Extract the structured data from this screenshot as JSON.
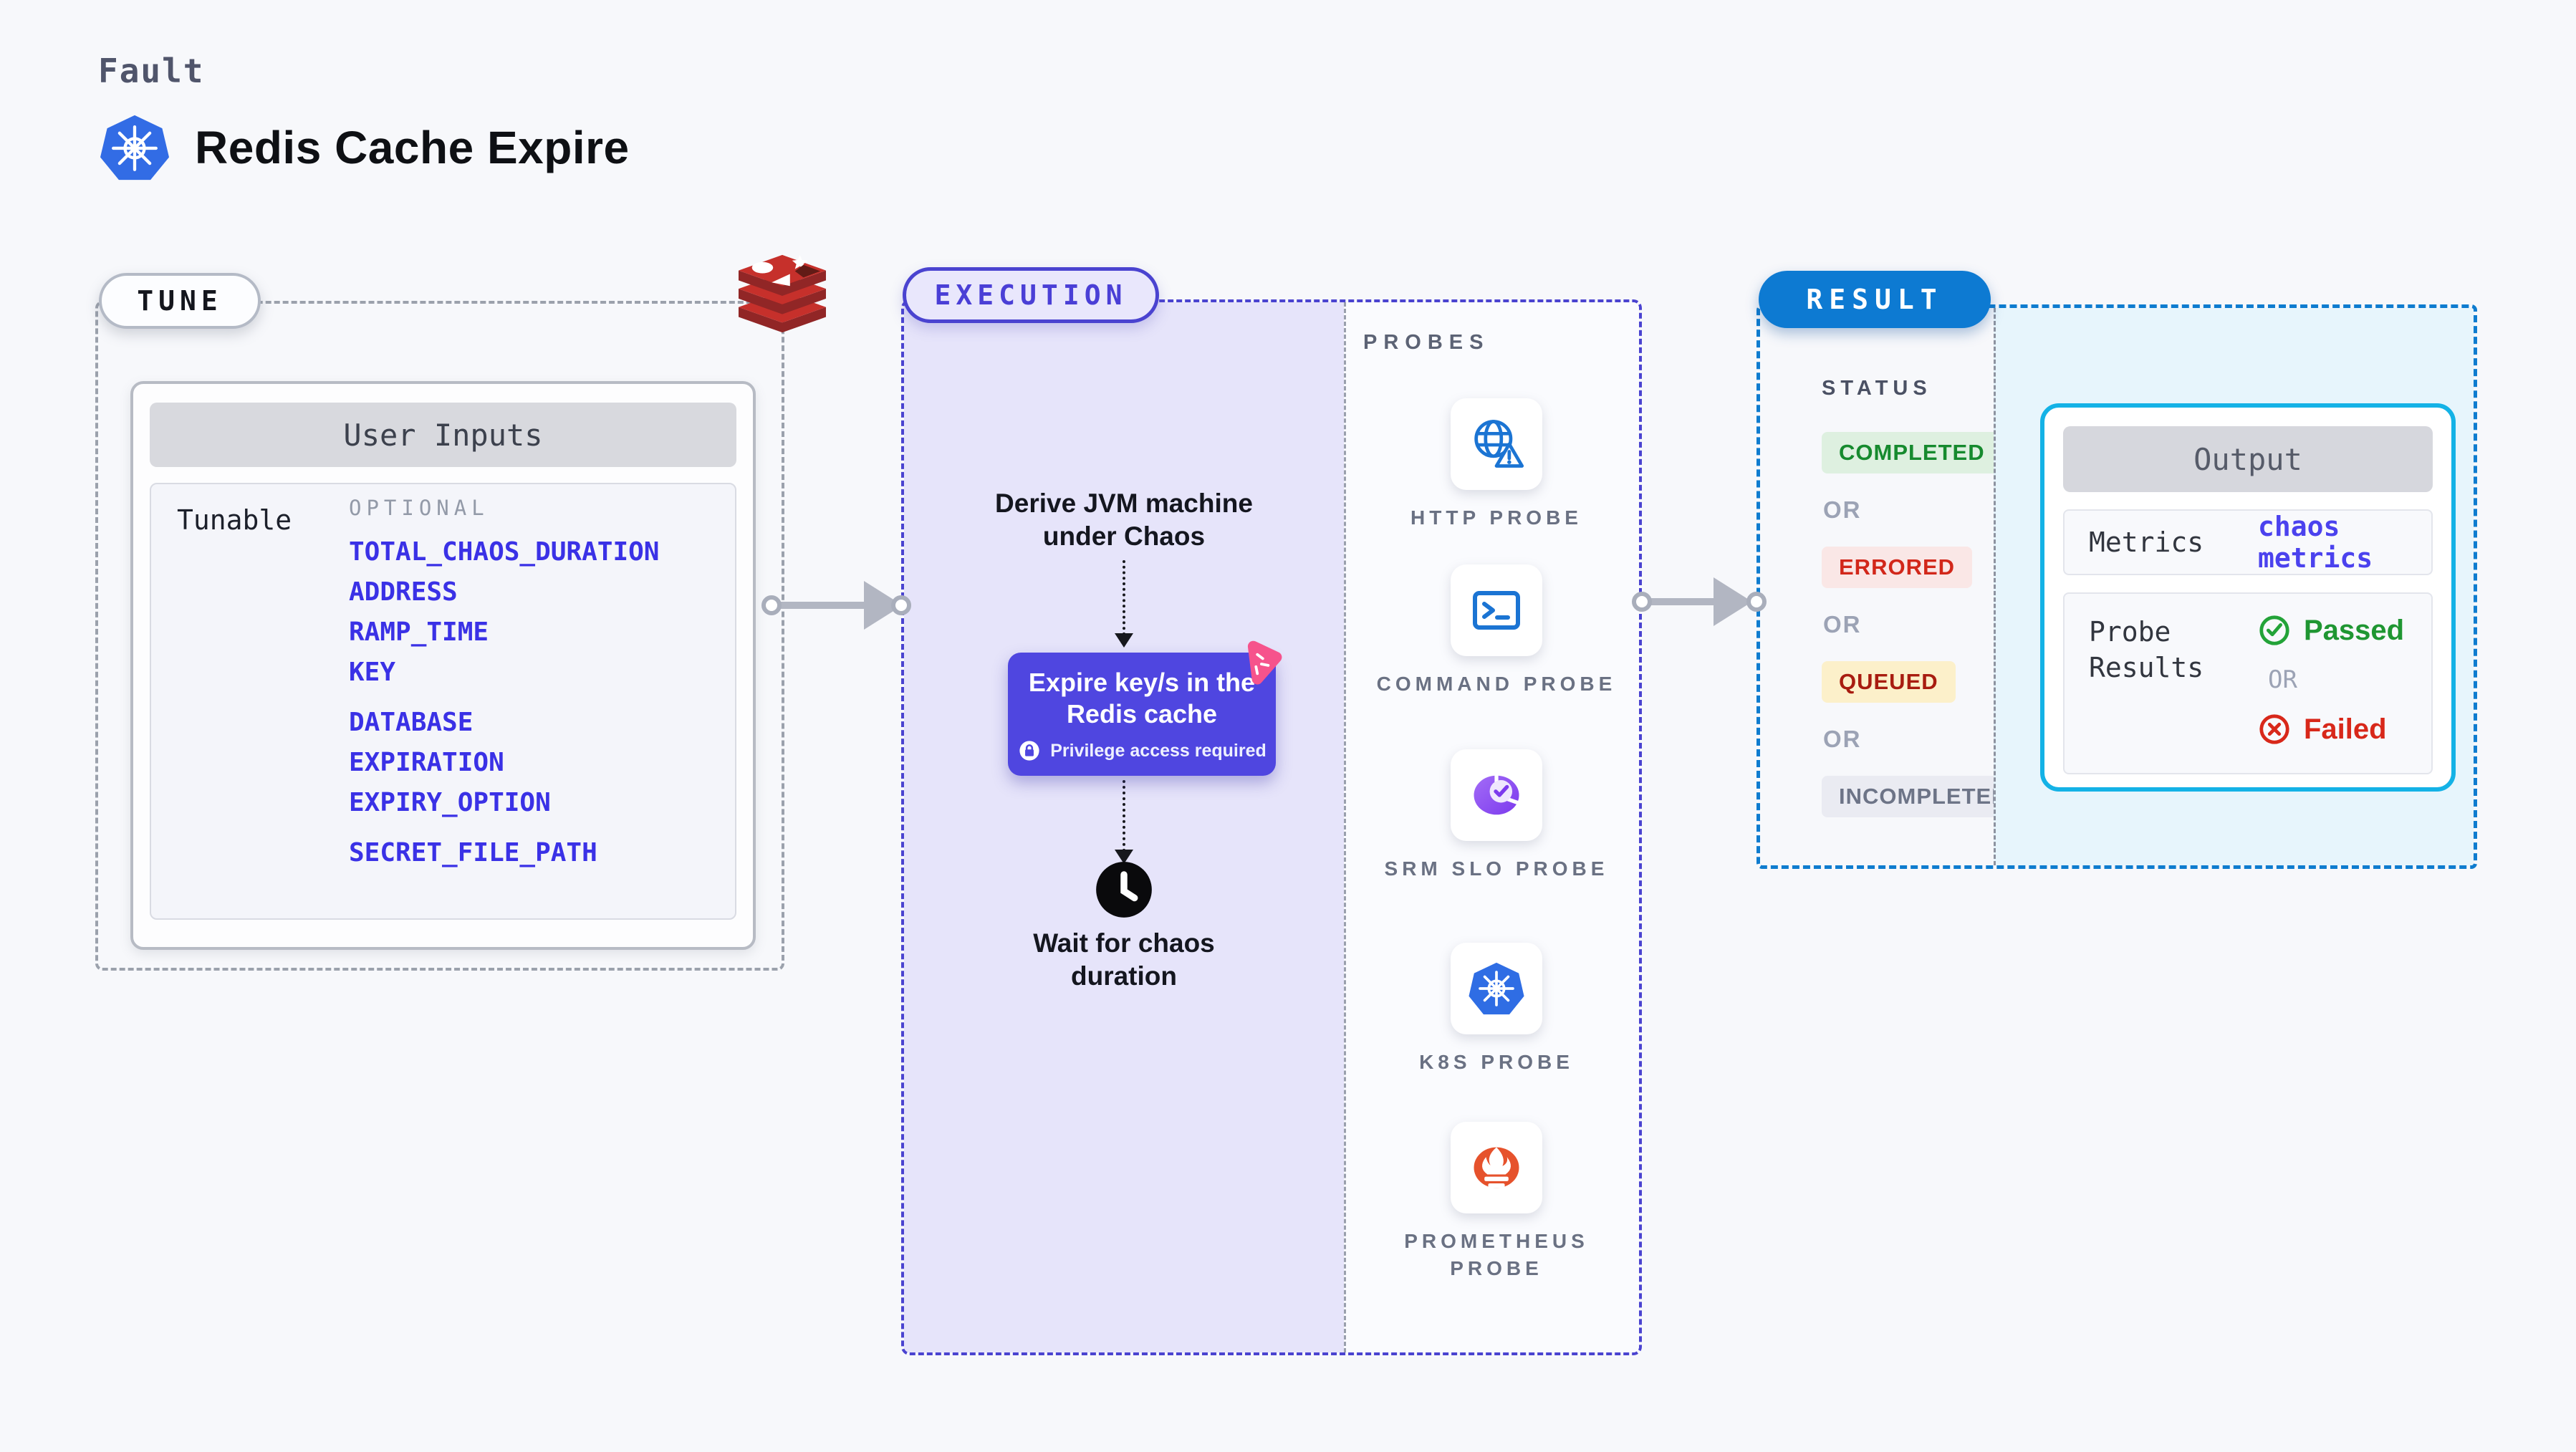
{
  "header": {
    "kicker": "Fault",
    "title": "Redis Cache Expire"
  },
  "tune": {
    "pill_label": "TUNE",
    "card_title": "User Inputs",
    "row_label": "Tunable",
    "group_label": "OPTIONAL",
    "params": [
      "TOTAL_CHAOS_DURATION",
      "ADDRESS",
      "RAMP_TIME",
      "KEY",
      "DATABASE",
      "EXPIRATION",
      "EXPIRY_OPTION",
      "SECRET_FILE_PATH"
    ]
  },
  "execution": {
    "pill_label": "EXECUTION",
    "probes_label": "PROBES",
    "step1_line1": "Derive JVM machine",
    "step1_line2": "under Chaos",
    "action_line1": "Expire key/s in the",
    "action_line2": "Redis cache",
    "action_badge": "Privilege access required",
    "step3_line1": "Wait for chaos",
    "step3_line2": "duration",
    "probes": [
      {
        "name": "HTTP PROBE",
        "icon": "globe-alert-icon"
      },
      {
        "name": "COMMAND PROBE",
        "icon": "terminal-icon"
      },
      {
        "name": "SRM SLO PROBE",
        "icon": "slo-pie-icon"
      },
      {
        "name": "K8S PROBE",
        "icon": "kubernetes-icon"
      },
      {
        "name": "PROMETHEUS PROBE",
        "icon": "prometheus-flame-icon"
      }
    ]
  },
  "result": {
    "pill_label": "RESULT",
    "status_label": "STATUS",
    "or_label": "OR",
    "statuses": [
      {
        "label": "COMPLETED",
        "color": "#168a2e",
        "bg": "#def0e0"
      },
      {
        "label": "ERRORED",
        "color": "#d2271a",
        "bg": "#fae7e6"
      },
      {
        "label": "QUEUED",
        "color": "#a81c10",
        "bg": "#fcf0ca"
      },
      {
        "label": "INCOMPLETED",
        "color": "#6d7487",
        "bg": "#eaebf2"
      }
    ],
    "output": {
      "title": "Output",
      "metrics_label": "Metrics",
      "metrics_value": "chaos metrics",
      "probe_results_label": "Probe Results",
      "passed_label": "Passed",
      "or_label": "OR",
      "failed_label": "Failed"
    }
  },
  "colors": {
    "page_bg": "#f7f8fb",
    "accent_indigo": "#4a43d0",
    "action_purple": "#4f46e0",
    "param_link_blue": "#3a31e6",
    "result_blue": "#0d7ad2",
    "output_border_cyan": "#14b2e6",
    "passed_green": "#1f9632",
    "failed_red": "#d8281a",
    "kubernetes_blue": "#326ce5",
    "redis_red": "#c6302b",
    "prometheus_orange": "#e6522c",
    "chaos_pink": "#f6538c"
  }
}
